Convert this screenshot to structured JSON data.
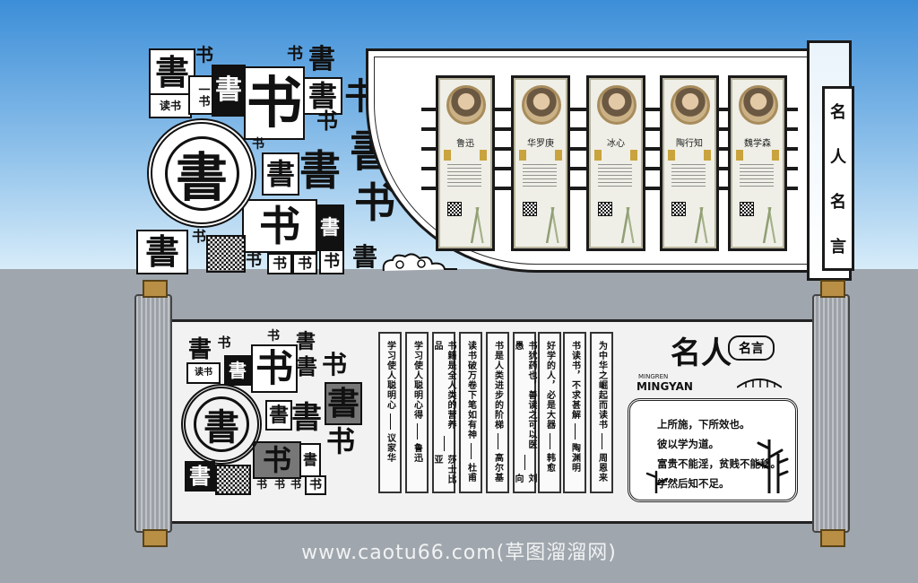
{
  "calligraphy_char_simplified": "书",
  "calligraphy_char_traditional": "書",
  "upper_wall": {
    "small_tiles": [
      "读书",
      "一书"
    ],
    "portraits": [
      {
        "name": "鲁迅"
      },
      {
        "name": "华罗庚"
      },
      {
        "name": "冰心"
      },
      {
        "name": "陶行知"
      },
      {
        "name": "魏学森"
      }
    ],
    "side_post_chars": [
      "名",
      "人",
      "名",
      "言"
    ]
  },
  "lower_scroll": {
    "strips": [
      {
        "quote": "学习使人聪明心",
        "author": "议家华"
      },
      {
        "quote": "学习使人聪明心得",
        "author": "鲁迅"
      },
      {
        "quote": "书籍是全人类的营养品",
        "author": "莎士比亚"
      },
      {
        "quote": "读书破万卷下笔如有神",
        "author": "杜甫"
      },
      {
        "quote": "书是人类进步的阶梯",
        "author": "高尔基"
      },
      {
        "quote": "书犹药也，善读之可以医愚",
        "author": "刘向"
      },
      {
        "quote": "好学的人，必是大器",
        "author": "韩愈"
      },
      {
        "quote": "书读书，不求甚解",
        "author": "陶渊明"
      },
      {
        "quote": "为中华之崛起而读书",
        "author": "周恩来"
      }
    ],
    "title_big": "名人",
    "title_small": "名言",
    "pinyin_small": "MINGREN",
    "pinyin_big": "MINGYAN",
    "quote_lines": [
      "上所施，下所效也。",
      "彼以学为道。",
      "富贵不能淫，贫贱不能移。",
      "学然后知不足。"
    ]
  },
  "watermark": "www.caotu66.com(草图溜溜网)",
  "colors": {
    "sky_top": "#3c8ed8",
    "ground": "#9fa6ad",
    "wood_cap": "#b98f45",
    "name_marker": "#c9a33d"
  }
}
